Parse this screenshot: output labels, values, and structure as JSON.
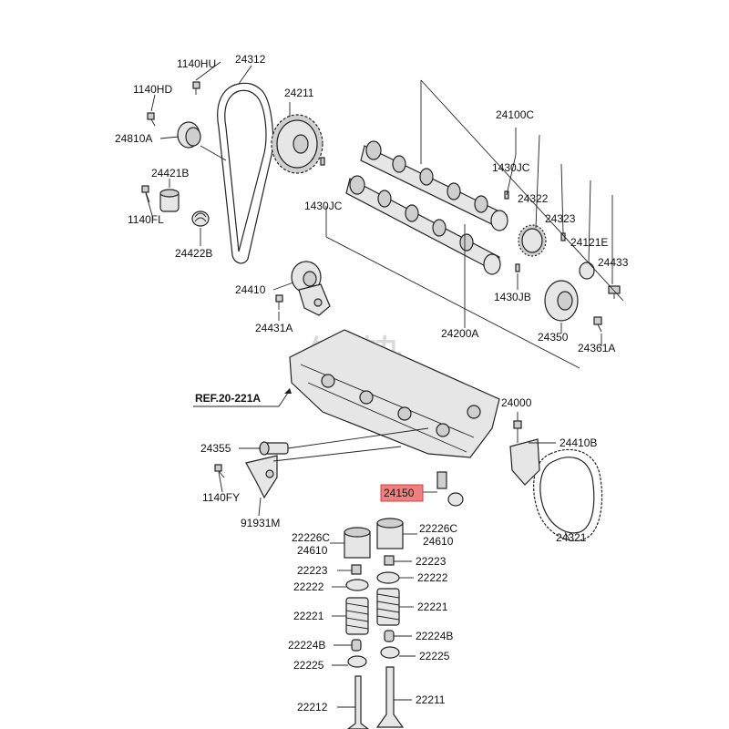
{
  "watermark": "钮势",
  "highlight_color": "#f08080",
  "reference": "REF.20-221A",
  "labels": {
    "p1140HU": "1140HU",
    "p24312": "24312",
    "p1140HD": "1140HD",
    "p24211": "24211",
    "p24810A": "24810A",
    "p24100C": "24100C",
    "p24421B": "24421B",
    "p1430JC_a": "1430JC",
    "p1430JC_b": "1430JC",
    "p1140FL": "1140FL",
    "p24322": "24322",
    "p24323": "24323",
    "p24422B": "24422B",
    "p24121E": "24121E",
    "p24433": "24433",
    "p1430JB": "1430JB",
    "p24410": "24410",
    "p24431A": "24431A",
    "p24200A": "24200A",
    "p24350": "24350",
    "p24361A": "24361A",
    "p24000": "24000",
    "p24410B": "24410B",
    "p24355": "24355",
    "p1140FY": "1140FY",
    "p24150": "24150",
    "p91931M": "91931M",
    "p24321": "24321",
    "p22226C_l": "22226C",
    "p24610_l": "24610",
    "p22226C_r": "22226C",
    "p24610_r": "24610",
    "p22223_l": "22223",
    "p22223_r": "22223",
    "p22222_l": "22222",
    "p22222_r": "22222",
    "p22221_l": "22221",
    "p22221_r": "22221",
    "p22224B_l": "22224B",
    "p22224B_r": "22224B",
    "p22225_l": "22225",
    "p22225_r": "22225",
    "p22212": "22212",
    "p22211": "22211"
  }
}
